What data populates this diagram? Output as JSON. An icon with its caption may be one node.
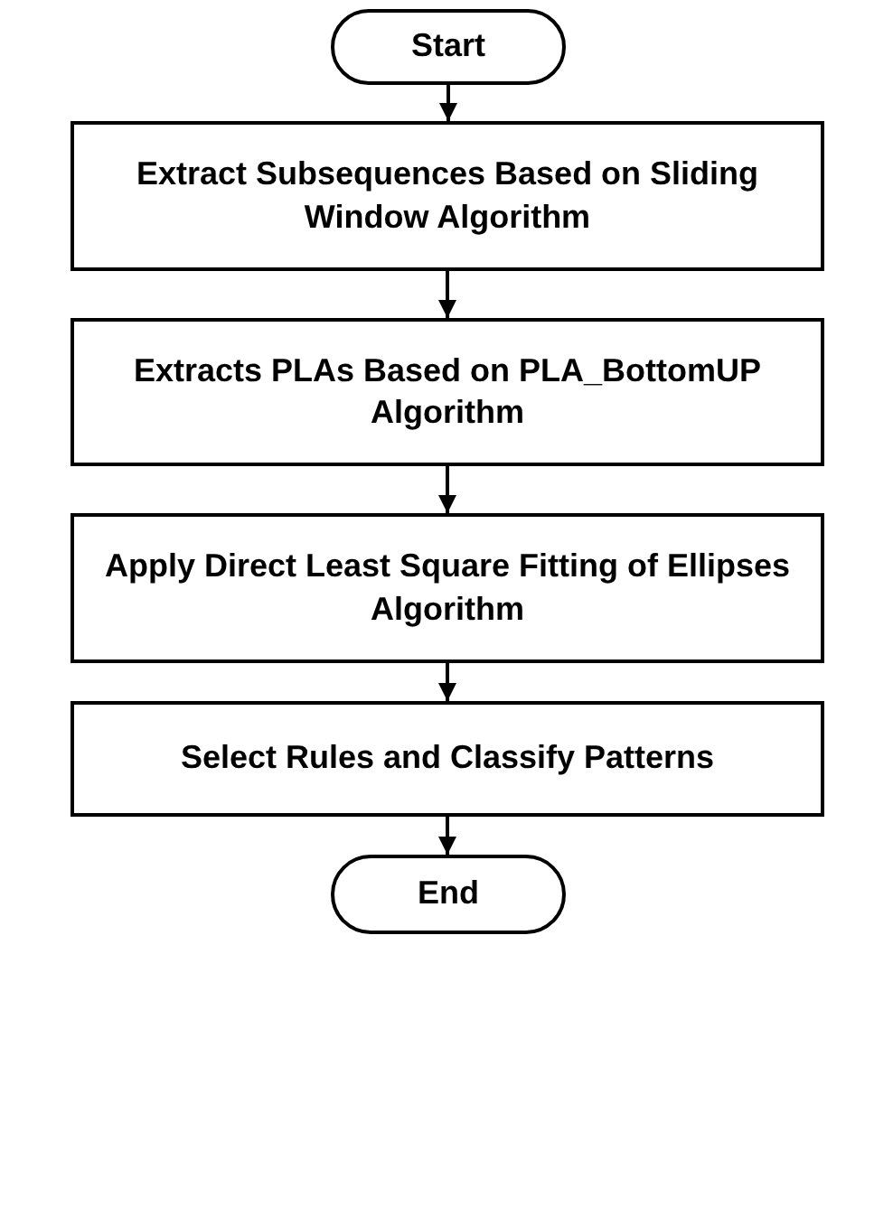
{
  "diagram": {
    "nodes": [
      {
        "text": [
          "Start"
        ]
      },
      {
        "text": [
          "Extract Subsequences Based on Sliding Window Algorithm"
        ]
      },
      {
        "text": [
          "Extracts PLAs Based on PLA_BottomUP Algorithm"
        ]
      },
      {
        "text": [
          "Apply Direct Least Square Fitting of Ellipses Algorithm"
        ]
      },
      {
        "text": [
          "Select Rules and Classify Patterns"
        ]
      },
      {
        "text": [
          "End"
        ]
      }
    ],
    "edges": [
      {
        "from": 0,
        "to": 1,
        "arrow": "to"
      },
      {
        "from": 1,
        "to": 2,
        "arrow": "to"
      },
      {
        "from": 2,
        "to": 3,
        "arrow": "to"
      },
      {
        "from": 3,
        "to": 4,
        "arrow": "to"
      },
      {
        "from": 4,
        "to": 5,
        "arrow": "to"
      }
    ]
  }
}
